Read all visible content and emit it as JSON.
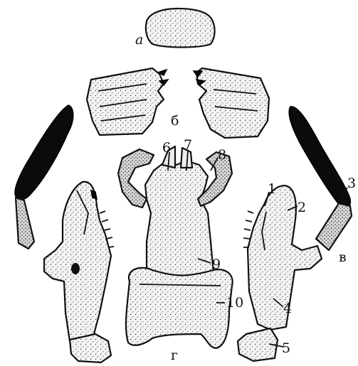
{
  "figure": {
    "part_letters": {
      "a": "а",
      "b": "б",
      "v": "в",
      "g": "г"
    },
    "callout_numbers": [
      "1",
      "2",
      "3",
      "4",
      "5",
      "6",
      "7",
      "8",
      "9",
      "10"
    ]
  }
}
